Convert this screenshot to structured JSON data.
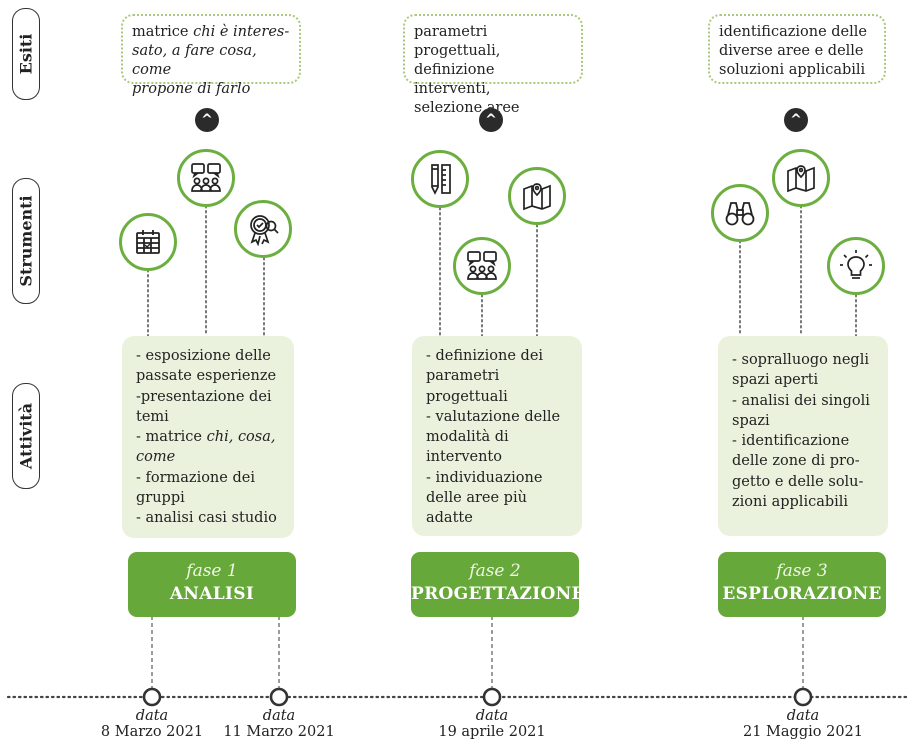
{
  "row_labels": {
    "esiti": "Esiti",
    "strumenti": "Strumenti",
    "attivita": "Attività"
  },
  "phases": [
    {
      "number": "fase 1",
      "name": "ANALISI",
      "esito_lines": [
        "matrice ",
        "chi è interes-",
        "sato, a fare cosa, come",
        "propone di farlo"
      ],
      "activities": [
        "- esposizione delle",
        "passate esperienze",
        "-presentazione dei",
        "temi",
        "- matrice ",
        "chi, cosa,",
        "come",
        "- formazione dei",
        "gruppi",
        "- analisi casi studio"
      ],
      "icons": [
        "calendar-icon",
        "meeting-icon",
        "certification-icon"
      ]
    },
    {
      "number": "fase 2",
      "name": "PROGETTAZIONE",
      "esito_lines": [
        "parametri progettuali,",
        "definizione interventi,",
        "selezione aree"
      ],
      "activities": [
        "- definizione dei",
        "parametri",
        "progettuali",
        "- valutazione delle",
        "modalità di",
        "intervento",
        "- individuazione",
        "delle aree più",
        "adatte"
      ],
      "icons": [
        "pencil-ruler-icon",
        "meeting-icon",
        "map-icon"
      ]
    },
    {
      "number": "fase 3",
      "name": "ESPLORAZIONE",
      "esito_lines": [
        "identificazione delle",
        "diverse aree e delle",
        "soluzioni applicabili"
      ],
      "activities": [
        "- sopralluogo negli",
        "spazi aperti",
        "- analisi dei singoli",
        "spazi",
        "- identificazione",
        "delle zone di pro-",
        "getto e delle solu-",
        "zioni applicabili"
      ],
      "icons": [
        "binoculars-icon",
        "map-icon",
        "lightbulb-icon"
      ]
    }
  ],
  "timeline": [
    {
      "label": "data",
      "date": "8 Marzo 2021"
    },
    {
      "label": "data",
      "date": "11 Marzo 2021"
    },
    {
      "label": "data",
      "date": "19 aprile 2021"
    },
    {
      "label": "data",
      "date": "21 Maggio 2021"
    }
  ],
  "colors": {
    "accent_green": "#67a83a",
    "icon_ring": "#6caf40",
    "activity_bg": "#eaf2dd",
    "esito_border": "#aac97a",
    "caret_bg": "#2b2b2b"
  },
  "caret_symbol": "^"
}
